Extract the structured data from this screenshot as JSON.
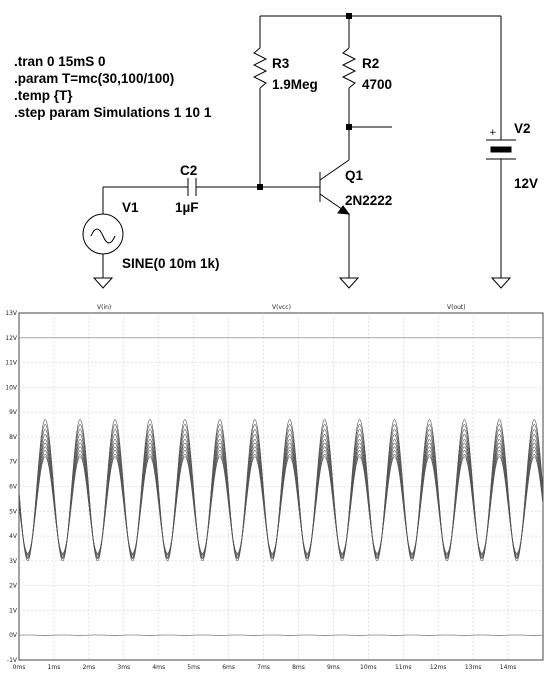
{
  "directives": [
    ".tran 0 15mS 0",
    ".param T=mc(30,100/100)",
    ".temp {T}",
    ".step param Simulations 1 10 1"
  ],
  "components": {
    "r3": {
      "name": "R3",
      "value": "1.9Meg"
    },
    "r2": {
      "name": "R2",
      "value": "4700"
    },
    "c2": {
      "name": "C2",
      "value": "1µF"
    },
    "v1": {
      "name": "V1",
      "value": "SINE(0 10m 1k)"
    },
    "q1": {
      "name": "Q1",
      "value": "2N2222"
    },
    "v2": {
      "name": "V2",
      "value": "12V",
      "polarity": "+"
    }
  },
  "chart_data": {
    "type": "line",
    "trace_labels": [
      "V(in)",
      "V(vcc)",
      "V(out)"
    ],
    "xlim": [
      0,
      15
    ],
    "ylim": [
      -1,
      13
    ],
    "x_ticks": [
      "0ms",
      "1ms",
      "2ms",
      "3ms",
      "4ms",
      "5ms",
      "6ms",
      "7ms",
      "8ms",
      "9ms",
      "10ms",
      "11ms",
      "12ms",
      "13ms",
      "14ms"
    ],
    "y_ticks": [
      "-1V",
      "0V",
      "1V",
      "2V",
      "3V",
      "4V",
      "5V",
      "6V",
      "7V",
      "8V",
      "9V",
      "10V",
      "11V",
      "12V",
      "13V"
    ],
    "out_sine_frequency_khz": 1,
    "out_sine_phase": "inverted",
    "series_out": [
      {
        "offset": 5.85,
        "amplitude": 2.85
      },
      {
        "offset": 5.8,
        "amplitude": 2.7
      },
      {
        "offset": 5.7,
        "amplitude": 2.6
      },
      {
        "offset": 5.6,
        "amplitude": 2.5
      },
      {
        "offset": 5.5,
        "amplitude": 2.4
      },
      {
        "offset": 5.45,
        "amplitude": 2.3
      },
      {
        "offset": 5.4,
        "amplitude": 2.2
      },
      {
        "offset": 5.35,
        "amplitude": 2.1
      },
      {
        "offset": 5.3,
        "amplitude": 2.0
      },
      {
        "offset": 5.25,
        "amplitude": 1.95
      }
    ],
    "vcc_value": 12,
    "in_amplitude": 0.01,
    "colors": {
      "out": "#555555",
      "vcc": "#777777",
      "in": "#888888",
      "grid": "#c8c8c8",
      "axis": "#444444"
    }
  }
}
